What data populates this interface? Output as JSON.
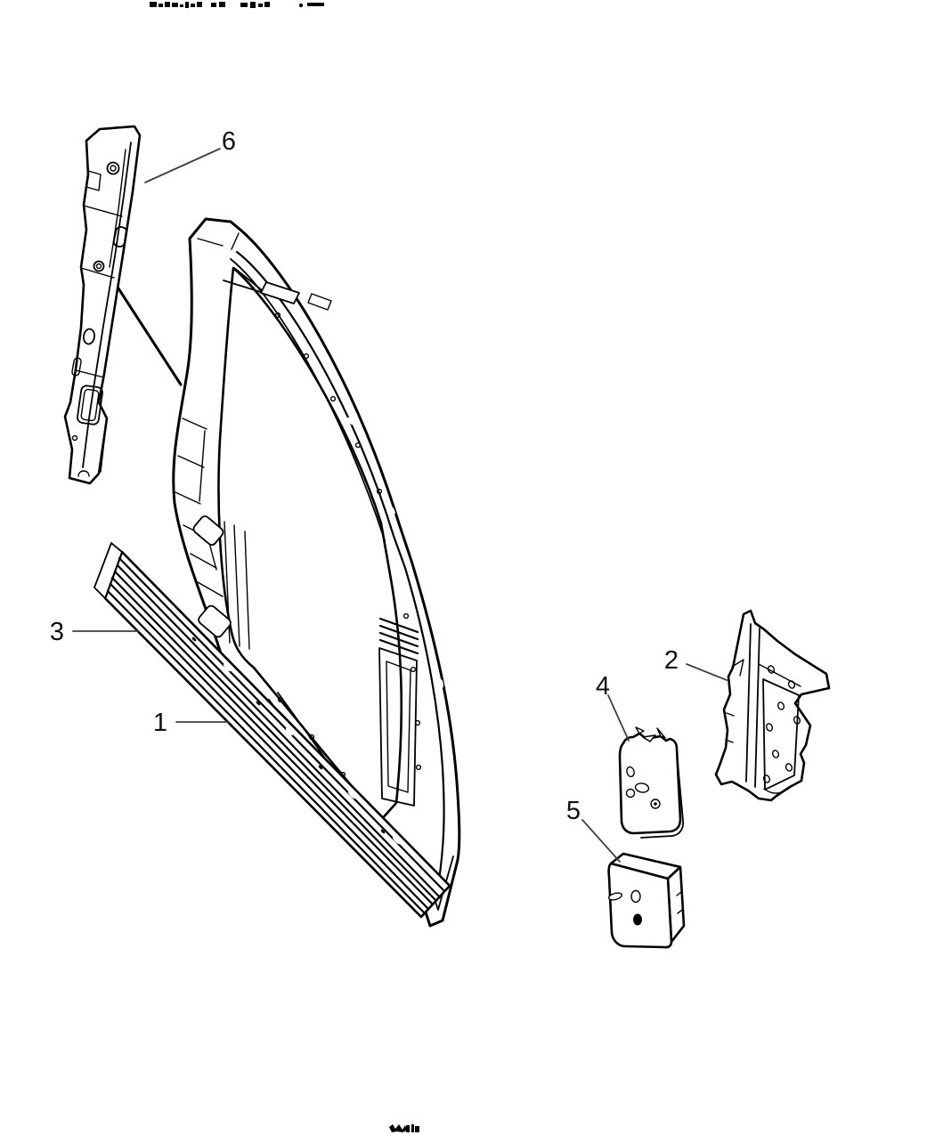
{
  "colors": {
    "line": "#000000",
    "leader_line": "#3f3f3f",
    "label_text": "#111111",
    "background": "#ffffff"
  },
  "callouts": {
    "c1": {
      "label": "1"
    },
    "c2": {
      "label": "2"
    },
    "c3": {
      "label": "3"
    },
    "c4": {
      "label": "4"
    },
    "c5": {
      "label": "5"
    },
    "c6": {
      "label": "6"
    }
  }
}
